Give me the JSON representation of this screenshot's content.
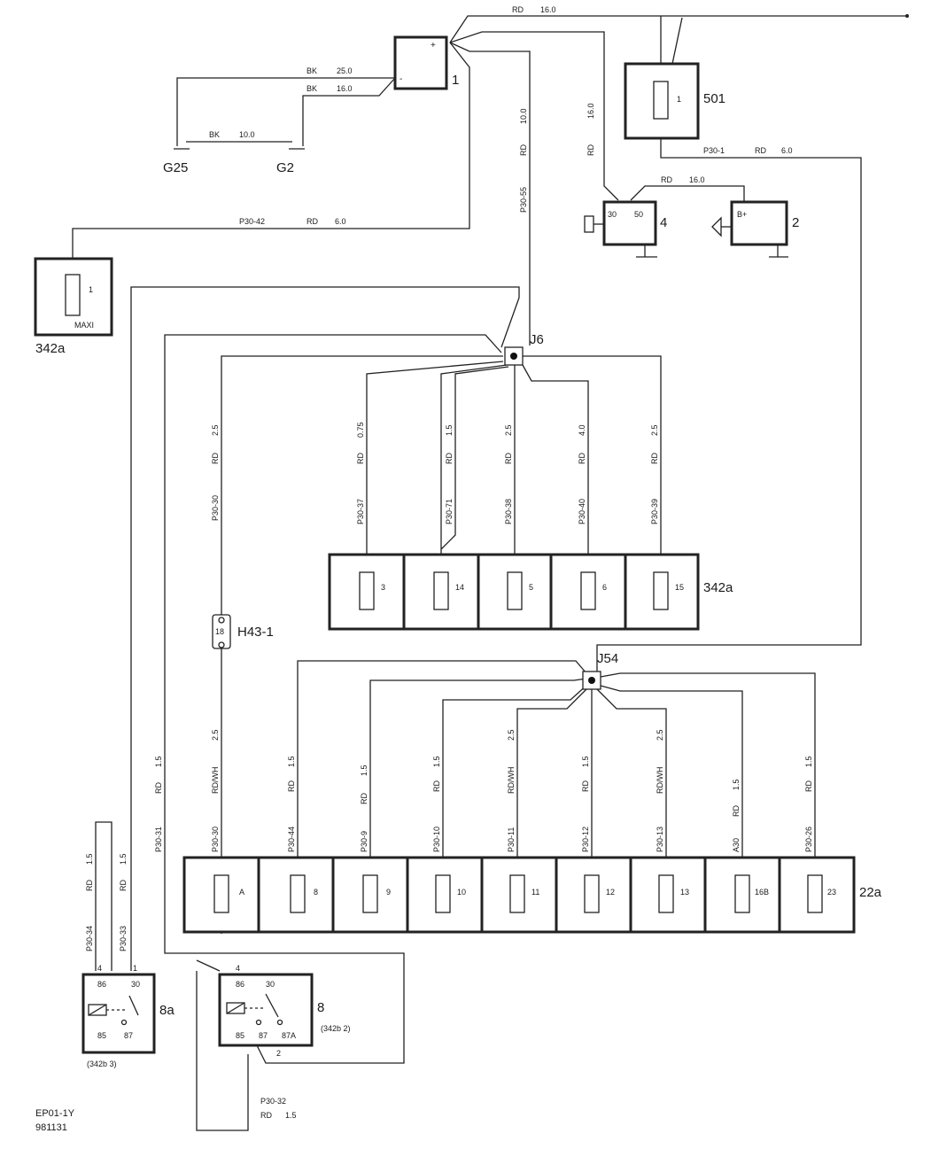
{
  "components": {
    "battery": {
      "id": "1",
      "plus": "+",
      "minus": "-"
    },
    "main_fuse": {
      "id": "501",
      "fuse": "1"
    },
    "starter": {
      "id": "4",
      "pin_a": "30",
      "pin_b": "50"
    },
    "alternator": {
      "id": "2",
      "pin": "B+"
    },
    "maxi_box": {
      "id": "342a",
      "fuse": "1",
      "note": "MAXI"
    },
    "fuse_box_342a": {
      "id": "342a",
      "fuses": [
        "3",
        "14",
        "5",
        "6",
        "15"
      ]
    },
    "fuse_box_22a": {
      "id": "22a",
      "fuses": [
        "A",
        "8",
        "9",
        "10",
        "11",
        "12",
        "13",
        "16B",
        "23"
      ]
    },
    "connector_h43": {
      "id": "H43-1",
      "pin": "18"
    },
    "relay_8a": {
      "id": "8a",
      "ref": "(342b 3)",
      "pins": [
        "86",
        "30",
        "85",
        "87"
      ],
      "top_left": "4",
      "top_right": "1"
    },
    "relay_8": {
      "id": "8",
      "ref": "(342b 2)",
      "pins": [
        "86",
        "30",
        "85",
        "87",
        "87A"
      ],
      "top_left": "4",
      "bottom": "2"
    },
    "ground_g25": "G25",
    "ground_g2": "G2",
    "junction_j6": "J6",
    "junction_j54": "J54"
  },
  "wires": {
    "bk25_color": "BK",
    "bk25_size": "25.0",
    "bk16_color": "BK",
    "bk16_size": "16.0",
    "bk10_color": "BK",
    "bk10_size": "10.0",
    "top_color": "RD",
    "top_size": "16.0",
    "starter_color": "RD",
    "starter_size": "16.0",
    "w1655_size": "16.0",
    "w1655_color": "RD",
    "p301_id": "P30-1",
    "p301_color": "RD",
    "p301_size": "6.0",
    "p3042_id": "P30-42",
    "p3042_color": "RD",
    "p3042_size": "6.0",
    "p3055_size": "10.0",
    "p3055_color": "RD",
    "p3055_id": "P30-55",
    "p3030_size": "2.5",
    "p3030_color": "RD",
    "p3030_id": "P30-30",
    "p3037_color": "RD",
    "p3037_size": "0.75",
    "p3037_id": "P30-37",
    "p3071_size": "1.5",
    "p3071_color": "RD",
    "p3071_id": "P30-71",
    "p3038_size": "2.5",
    "p3038_color": "RD",
    "p3038_id": "P30-38",
    "p3040_size": "4.0",
    "p3040_color": "RD",
    "p3040_id": "P30-40",
    "p3039_size": "2.5",
    "p3039_color": "RD",
    "p3039_id": "P30-39",
    "h43_size": "2.5",
    "h43_color": "RD/WH",
    "h43_id": "P30-30",
    "p3044_size": "1.5",
    "p3044_color": "RD",
    "p3044_id": "P30-44",
    "p309_size": "1.5",
    "p309_color": "RD",
    "p309_id": "P30-9",
    "p3010_size": "1.5",
    "p3010_color": "RD",
    "p3010_id": "P30-10",
    "p3011_size": "2.5",
    "p3011_color": "RD/WH",
    "p3011_id": "P30-11",
    "p3012_size": "1.5",
    "p3012_color": "RD",
    "p3012_id": "P30-12",
    "p3013_size": "2.5",
    "p3013_color": "RD/WH",
    "p3013_id": "P30-13",
    "a30_size": "1.5",
    "a30_color": "RD",
    "a30_id": "A30",
    "p3026_size": "1.5",
    "p3026_color": "RD",
    "p3026_id": "P30-26",
    "p3031_size": "1.5",
    "p3031_color": "RD",
    "p3031_id": "P30-31",
    "p3034_size": "1.5",
    "p3034_color": "RD",
    "p3034_id": "P30-34",
    "p3033_size": "1.5",
    "p3033_color": "RD",
    "p3033_id": "P30-33",
    "p3032_id": "P30-32",
    "p3032_color": "RD",
    "p3032_size": "1.5"
  },
  "footer": {
    "code": "EP01-1Y",
    "date": "981131"
  }
}
